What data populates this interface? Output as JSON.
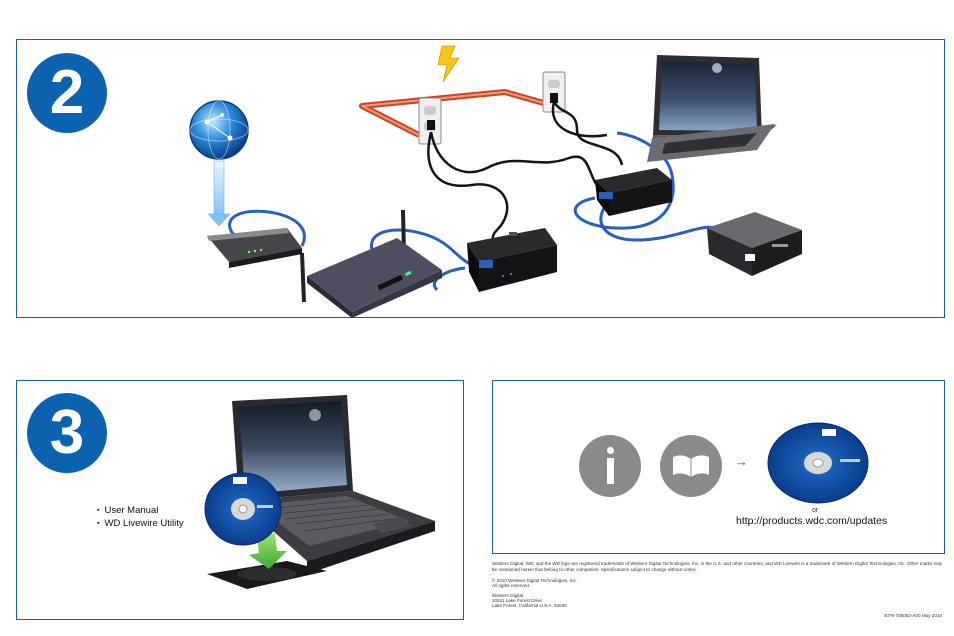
{
  "step2": {
    "number": "2"
  },
  "step3": {
    "number": "3",
    "items": [
      "User Manual",
      "WD Livewire Utility"
    ]
  },
  "info": {
    "arrow": "→",
    "or_text": "or",
    "url": "http://products.wdc.com/updates"
  },
  "legal": {
    "trademark": "Western Digital, WD, and the WD logo are registered trademarks of Western Digital Technologies, Inc. in the U.S. and other countries; and WD Livewire is a trademark of Western Digital Technologies, Inc. Other marks may be mentioned herein that belong to other companies. Specifications subject to change without notice.",
    "copyright_line1": "© 2010 Western Digital Technologies, Inc.",
    "copyright_line2": "All rights reserved.",
    "address_line1": "Western Digital",
    "address_line2": "20511 Lake Forest Drive",
    "address_line3": "Lake Forest, California U.S.A. 92630",
    "part_number": "4079-705053-A00  May 2010"
  },
  "colors": {
    "brand_blue": "#0b63b0",
    "border_blue": "#1b5ea6",
    "ethernet": "#2b5fb8",
    "power_line": "#d9603a",
    "info_gray": "#8a8a8a"
  }
}
